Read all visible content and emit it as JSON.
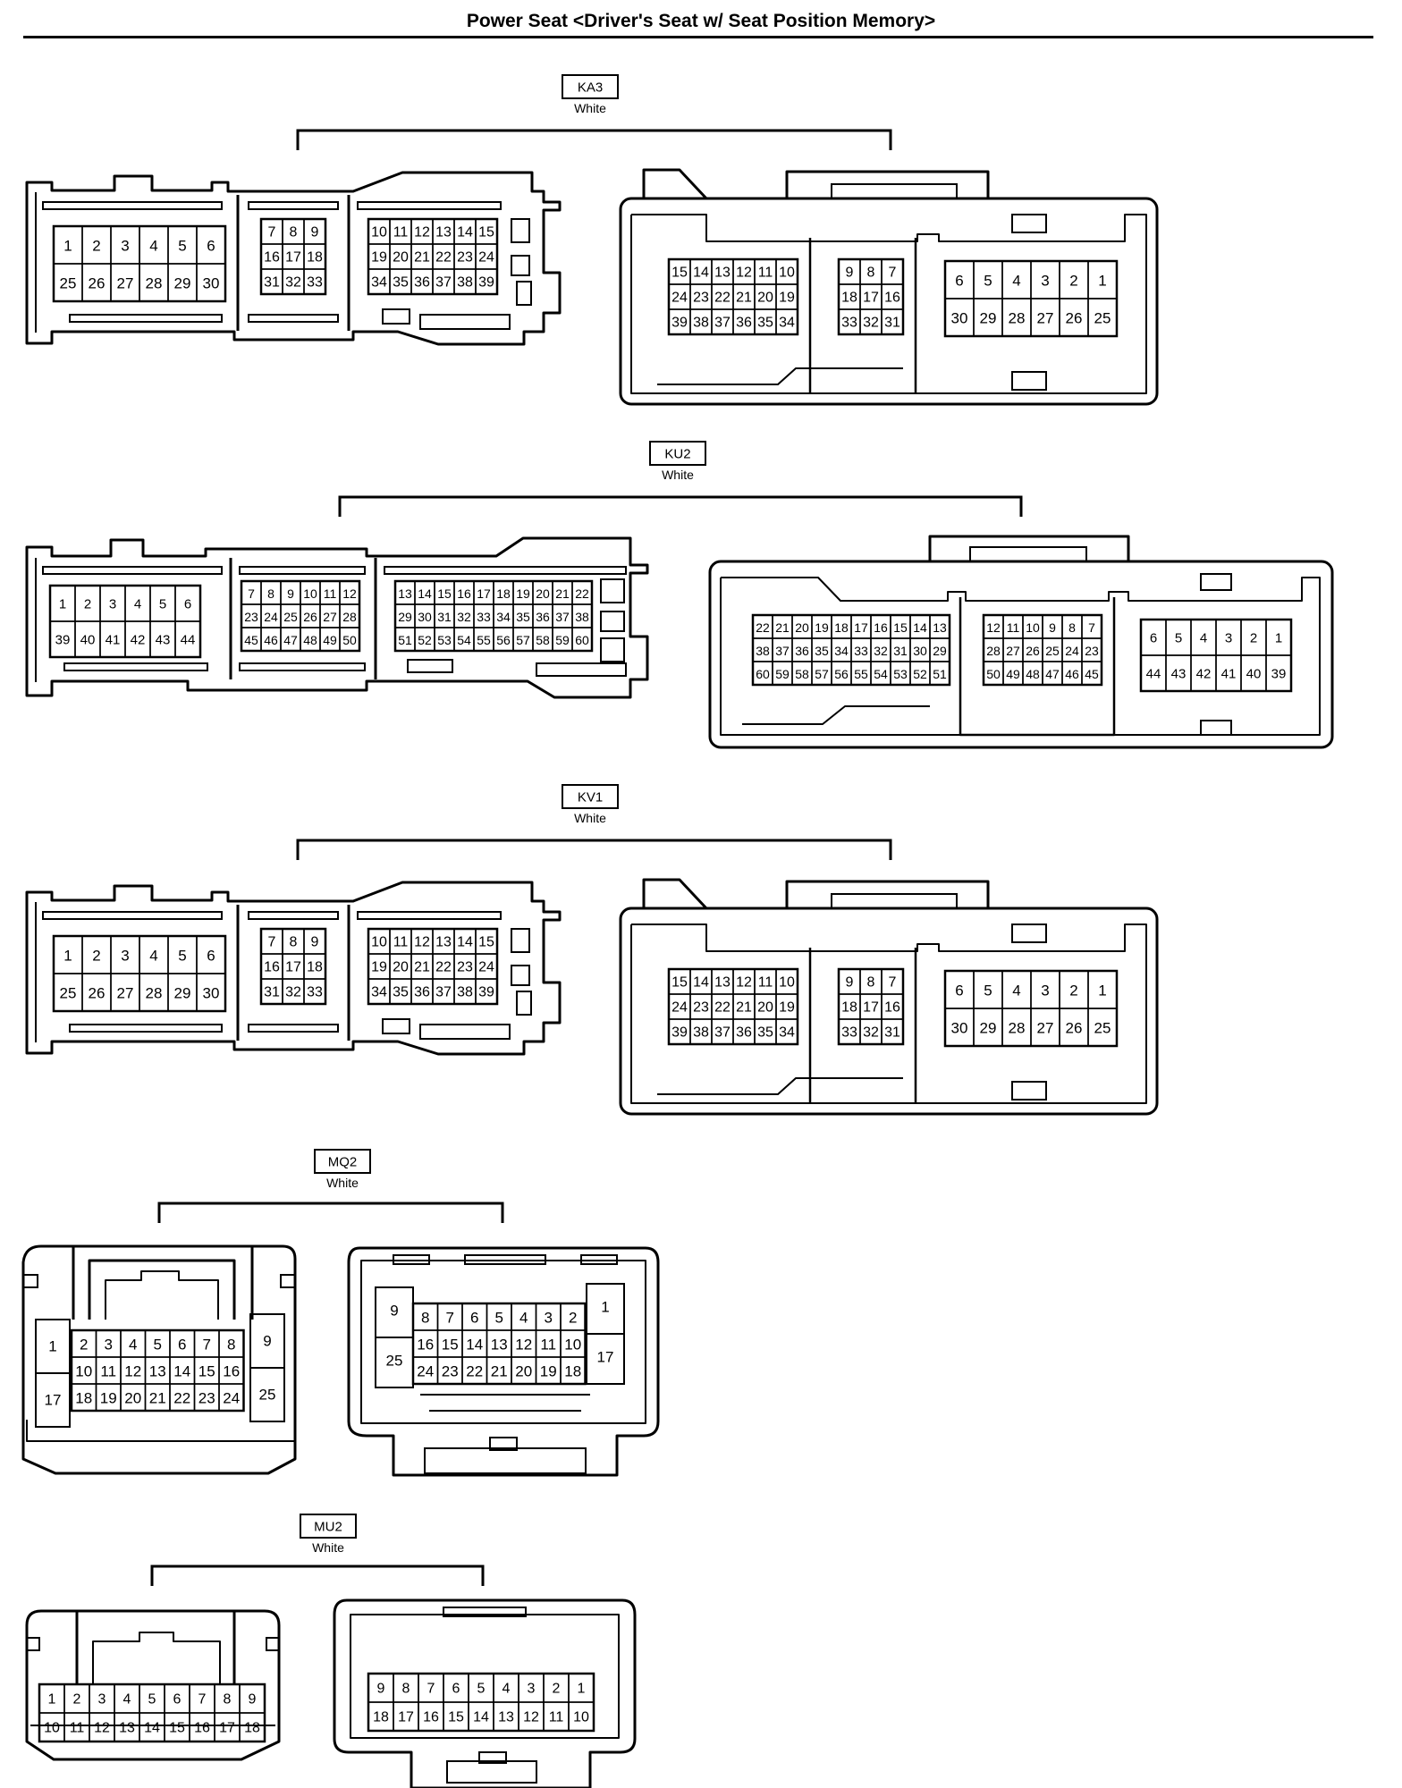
{
  "title": "Power Seat <Driver's Seat w/ Seat Position Memory>",
  "connectors": [
    {
      "id": "KA3",
      "color": "White",
      "style": "large",
      "left": {
        "blocks": [
          [
            [
              "1",
              "2",
              "3",
              "4",
              "5",
              "6"
            ],
            [
              "25",
              "26",
              "27",
              "28",
              "29",
              "30"
            ]
          ],
          [
            [
              "7",
              "8",
              "9"
            ],
            [
              "16",
              "17",
              "18"
            ],
            [
              "31",
              "32",
              "33"
            ]
          ],
          [
            [
              "10",
              "11",
              "12",
              "13",
              "14",
              "15"
            ],
            [
              "19",
              "20",
              "21",
              "22",
              "23",
              "24"
            ],
            [
              "34",
              "35",
              "36",
              "37",
              "38",
              "39"
            ]
          ]
        ]
      },
      "right": {
        "blocks": [
          [
            [
              "15",
              "14",
              "13",
              "12",
              "11",
              "10"
            ],
            [
              "24",
              "23",
              "22",
              "21",
              "20",
              "19"
            ],
            [
              "39",
              "38",
              "37",
              "36",
              "35",
              "34"
            ]
          ],
          [
            [
              "9",
              "8",
              "7"
            ],
            [
              "18",
              "17",
              "16"
            ],
            [
              "33",
              "32",
              "31"
            ]
          ],
          [
            [
              "6",
              "5",
              "4",
              "3",
              "2",
              "1"
            ],
            [
              "30",
              "29",
              "28",
              "27",
              "26",
              "25"
            ]
          ]
        ]
      }
    },
    {
      "id": "KU2",
      "color": "White",
      "style": "large",
      "left": {
        "blocks": [
          [
            [
              "1",
              "2",
              "3",
              "4",
              "5",
              "6"
            ],
            [
              "39",
              "40",
              "41",
              "42",
              "43",
              "44"
            ]
          ],
          [
            [
              "7",
              "8",
              "9",
              "10",
              "11",
              "12"
            ],
            [
              "23",
              "24",
              "25",
              "26",
              "27",
              "28"
            ],
            [
              "45",
              "46",
              "47",
              "48",
              "49",
              "50"
            ]
          ],
          [
            [
              "13",
              "14",
              "15",
              "16",
              "17",
              "18",
              "19",
              "20",
              "21",
              "22"
            ],
            [
              "29",
              "30",
              "31",
              "32",
              "33",
              "34",
              "35",
              "36",
              "37",
              "38"
            ],
            [
              "51",
              "52",
              "53",
              "54",
              "55",
              "56",
              "57",
              "58",
              "59",
              "60"
            ]
          ]
        ]
      },
      "right": {
        "blocks": [
          [
            [
              "22",
              "21",
              "20",
              "19",
              "18",
              "17",
              "16",
              "15",
              "14",
              "13"
            ],
            [
              "38",
              "37",
              "36",
              "35",
              "34",
              "33",
              "32",
              "31",
              "30",
              "29"
            ],
            [
              "60",
              "59",
              "58",
              "57",
              "56",
              "55",
              "54",
              "53",
              "52",
              "51"
            ]
          ],
          [
            [
              "12",
              "11",
              "10",
              "9",
              "8",
              "7"
            ],
            [
              "28",
              "27",
              "26",
              "25",
              "24",
              "23"
            ],
            [
              "50",
              "49",
              "48",
              "47",
              "46",
              "45"
            ]
          ],
          [
            [
              "6",
              "5",
              "4",
              "3",
              "2",
              "1"
            ],
            [
              "44",
              "43",
              "42",
              "41",
              "40",
              "39"
            ]
          ]
        ]
      }
    },
    {
      "id": "KV1",
      "color": "White",
      "style": "large",
      "left": {
        "blocks": [
          [
            [
              "1",
              "2",
              "3",
              "4",
              "5",
              "6"
            ],
            [
              "25",
              "26",
              "27",
              "28",
              "29",
              "30"
            ]
          ],
          [
            [
              "7",
              "8",
              "9"
            ],
            [
              "16",
              "17",
              "18"
            ],
            [
              "31",
              "32",
              "33"
            ]
          ],
          [
            [
              "10",
              "11",
              "12",
              "13",
              "14",
              "15"
            ],
            [
              "19",
              "20",
              "21",
              "22",
              "23",
              "24"
            ],
            [
              "34",
              "35",
              "36",
              "37",
              "38",
              "39"
            ]
          ]
        ]
      },
      "right": {
        "blocks": [
          [
            [
              "15",
              "14",
              "13",
              "12",
              "11",
              "10"
            ],
            [
              "24",
              "23",
              "22",
              "21",
              "20",
              "19"
            ],
            [
              "39",
              "38",
              "37",
              "36",
              "35",
              "34"
            ]
          ],
          [
            [
              "9",
              "8",
              "7"
            ],
            [
              "18",
              "17",
              "16"
            ],
            [
              "33",
              "32",
              "31"
            ]
          ],
          [
            [
              "6",
              "5",
              "4",
              "3",
              "2",
              "1"
            ],
            [
              "30",
              "29",
              "28",
              "27",
              "26",
              "25"
            ]
          ]
        ]
      }
    },
    {
      "id": "MQ2",
      "color": "White",
      "style": "mq",
      "left": {
        "side_left": [
          "1",
          "17"
        ],
        "grid": [
          [
            "2",
            "3",
            "4",
            "5",
            "6",
            "7",
            "8"
          ],
          [
            "10",
            "11",
            "12",
            "13",
            "14",
            "15",
            "16"
          ],
          [
            "18",
            "19",
            "20",
            "21",
            "22",
            "23",
            "24"
          ]
        ],
        "side_right": [
          "9",
          "25"
        ]
      },
      "right": {
        "side_left": [
          "9",
          "25"
        ],
        "grid": [
          [
            "8",
            "7",
            "6",
            "5",
            "4",
            "3",
            "2"
          ],
          [
            "16",
            "15",
            "14",
            "13",
            "12",
            "11",
            "10"
          ],
          [
            "24",
            "23",
            "22",
            "21",
            "20",
            "19",
            "18"
          ]
        ],
        "side_right": [
          "1",
          "17"
        ]
      }
    },
    {
      "id": "MU2",
      "color": "White",
      "style": "mu",
      "left": {
        "grid": [
          [
            "1",
            "2",
            "3",
            "4",
            "5",
            "6",
            "7",
            "8",
            "9"
          ],
          [
            "10",
            "11",
            "12",
            "13",
            "14",
            "15",
            "16",
            "17",
            "18"
          ]
        ]
      },
      "right": {
        "grid": [
          [
            "9",
            "8",
            "7",
            "6",
            "5",
            "4",
            "3",
            "2",
            "1"
          ],
          [
            "18",
            "17",
            "16",
            "15",
            "14",
            "13",
            "12",
            "11",
            "10"
          ]
        ]
      }
    }
  ]
}
